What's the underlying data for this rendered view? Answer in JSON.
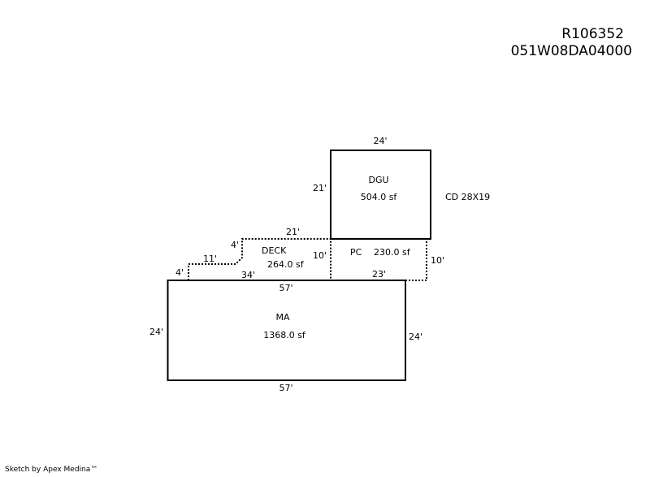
{
  "header": {
    "parcel_id": "R106352",
    "map_number": "051W08DA04000"
  },
  "areas": {
    "dgu": {
      "name": "DGU",
      "area": "504.0 sf",
      "top": "24'",
      "left": "21'",
      "note": "CD 28X19"
    },
    "deck": {
      "name": "DECK",
      "area": "264.0 sf",
      "top": "21'",
      "step_v": "4'",
      "step_h": "11'",
      "left": "4'",
      "bottom": "34'",
      "right": "10'"
    },
    "pc": {
      "name": "PC",
      "area": "230.0 sf",
      "right": "10'",
      "bottom": "23'"
    },
    "ma": {
      "name": "MA",
      "area": "1368.0 sf",
      "top": "57'",
      "bottom": "57'",
      "left": "24'",
      "right": "24'"
    }
  },
  "footer": {
    "credit": "Sketch by Apex Medina™"
  }
}
